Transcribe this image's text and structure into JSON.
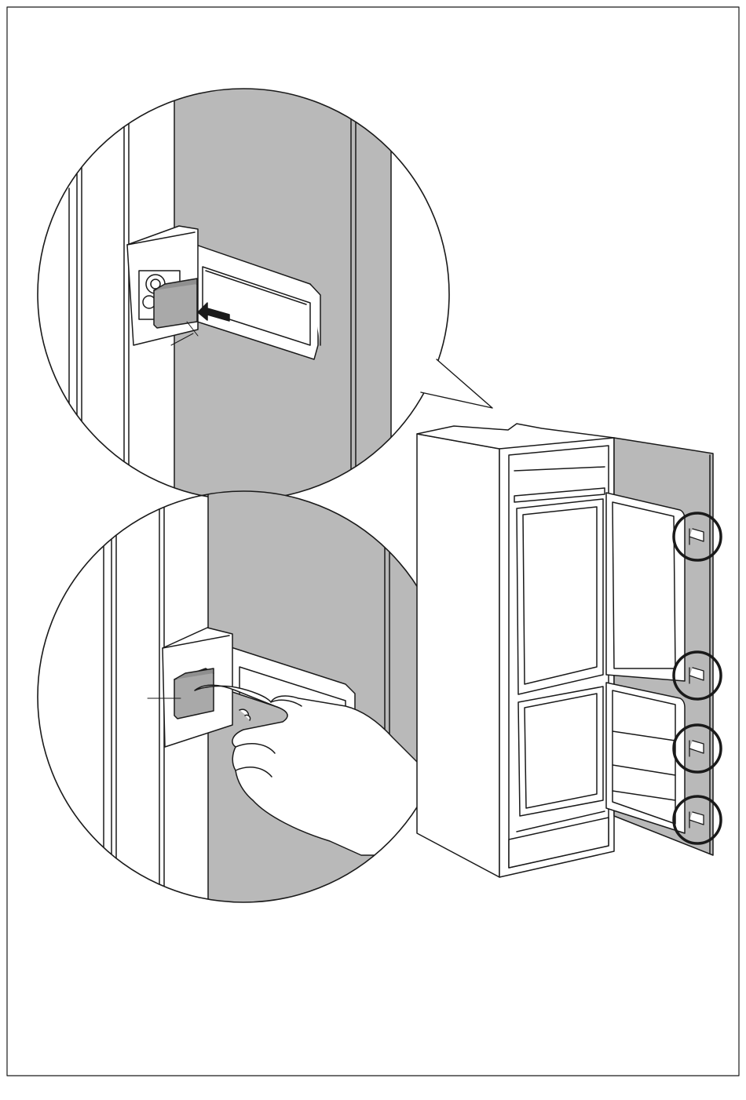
{
  "diagram": {
    "kind": "installation-illustration",
    "colors": {
      "line": "#1a1a1a",
      "panel_gray": "#b9b9b9",
      "cap_gray": "#a9a9a9",
      "paper": "#ffffff"
    },
    "callouts": [
      {
        "id": "cover-cap-top",
        "text": ""
      },
      {
        "id": "cover-cap-bottom",
        "text": ""
      }
    ],
    "hinge_markers": 4,
    "icons": [
      "arrow-icon",
      "hand-icon",
      "hinge-icon"
    ]
  }
}
